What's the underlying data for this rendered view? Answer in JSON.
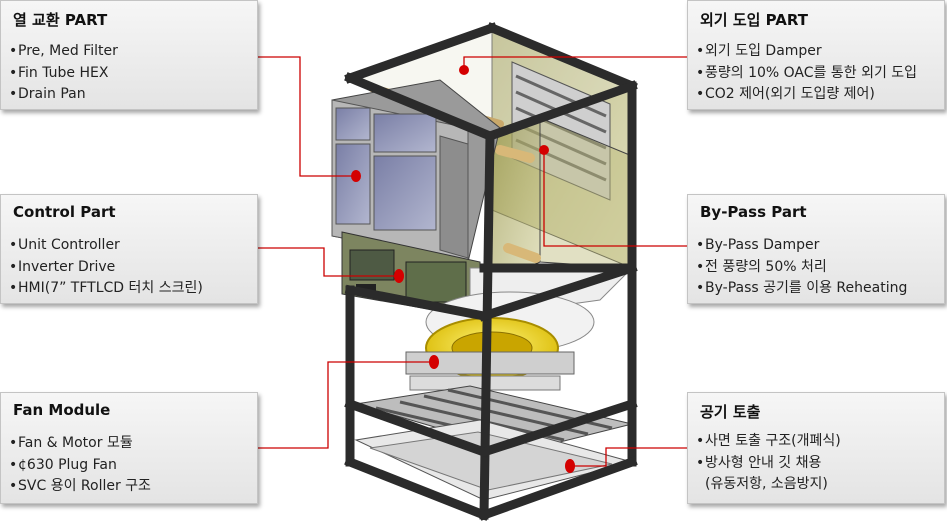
{
  "boxes": {
    "heat_exchange": {
      "title": "열 교환 PART",
      "items": [
        "Pre, Med Filter",
        "Fin Tube HEX",
        "Drain Pan"
      ]
    },
    "control": {
      "title": "Control Part",
      "items": [
        "Unit Controller",
        "Inverter Drive",
        "HMI(7” TFTLCD 터치 스크린)"
      ]
    },
    "fan_module": {
      "title": "Fan Module",
      "items": [
        "Fan & Motor 모듈",
        "¢630 Plug Fan",
        "SVC 용이 Roller 구조"
      ]
    },
    "outdoor_air": {
      "title": "외기 도입 PART",
      "items": [
        "외기 도입 Damper",
        "풍량의 10% OAC를 통한 외기 도입",
        "CO2 제어(외기 도입량 제어)"
      ]
    },
    "bypass": {
      "title": "By-Pass Part",
      "items": [
        "By-Pass Damper",
        "전 풍량의 50% 처리",
        "By-Pass 공기를 이용 Reheating"
      ]
    },
    "air_discharge": {
      "title": "공기 토출",
      "items": [
        "사면 토출 구조(개폐식)",
        "방사형 안내 깃 채용",
        "(유동저항, 소음방지)"
      ]
    }
  },
  "colors": {
    "leader": "#cc0000",
    "frame": "#2b2b2b",
    "fan": "#e8d000",
    "glass": "#8a8a3a"
  },
  "icons": {
    "bullet": "•",
    "marker": "red-dot"
  }
}
